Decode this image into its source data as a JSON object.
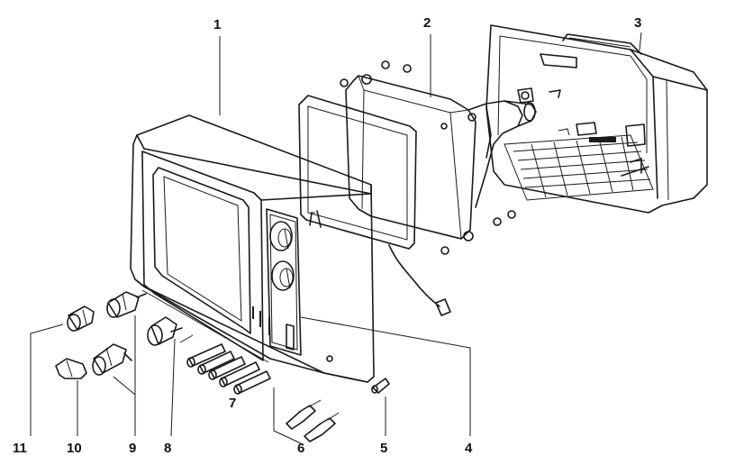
{
  "diagram": {
    "callouts": [
      {
        "id": "c1",
        "label": "1"
      },
      {
        "id": "c2",
        "label": "2"
      },
      {
        "id": "c3",
        "label": "3"
      },
      {
        "id": "c4",
        "label": "4"
      },
      {
        "id": "c5",
        "label": "5"
      },
      {
        "id": "c6",
        "label": "6"
      },
      {
        "id": "c7",
        "label": "7"
      },
      {
        "id": "c8",
        "label": "8"
      },
      {
        "id": "c9",
        "label": "9"
      },
      {
        "id": "c10",
        "label": "10"
      },
      {
        "id": "c11",
        "label": "11"
      }
    ],
    "colors": {
      "ink": "#1a1a1a",
      "paper": "#ffffff"
    }
  }
}
